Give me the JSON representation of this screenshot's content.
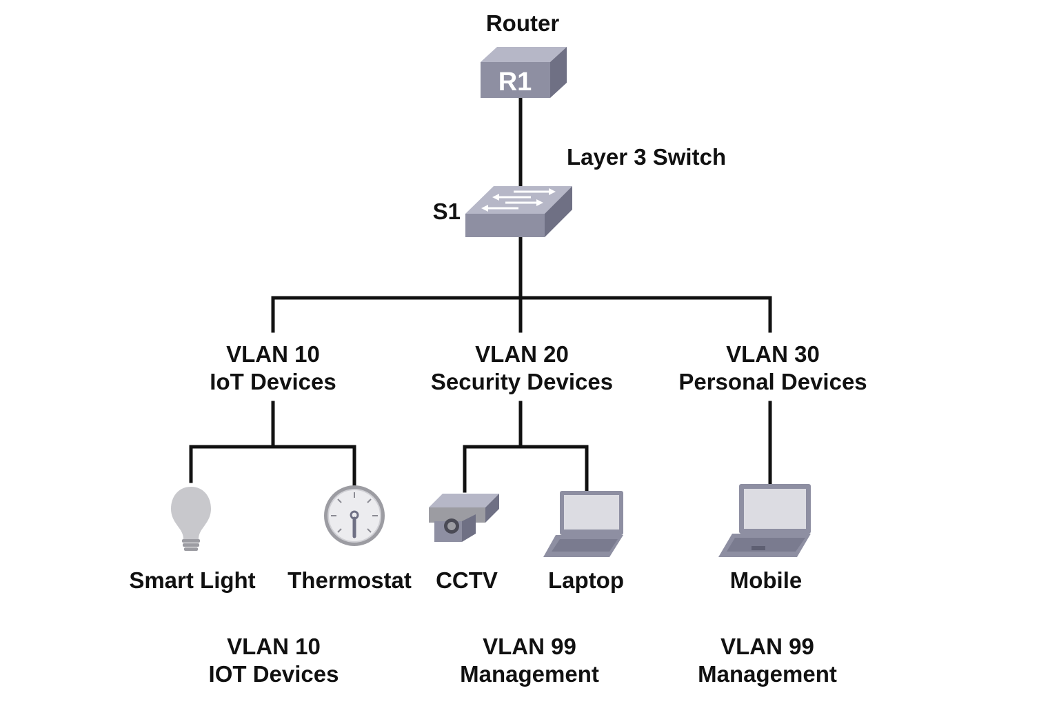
{
  "router": {
    "title": "Router",
    "id": "R1"
  },
  "switch": {
    "title": "Layer 3 Switch",
    "id": "S1"
  },
  "vlans": [
    {
      "number": "VLAN 10",
      "name": "IoT Devices"
    },
    {
      "number": "VLAN 20",
      "name": "Security Devices"
    },
    {
      "number": "VLAN 30",
      "name": "Personal Devices"
    }
  ],
  "devices": [
    {
      "label": "Smart Light",
      "icon": "lightbulb-icon"
    },
    {
      "label": "Thermostat",
      "icon": "thermostat-icon"
    },
    {
      "label": "CCTV",
      "icon": "cctv-camera-icon"
    },
    {
      "label": "Laptop",
      "icon": "laptop-icon"
    },
    {
      "label": "Mobile",
      "icon": "laptop-icon"
    }
  ],
  "footer_vlans": [
    {
      "number": "VLAN 10",
      "name": "IOT Devices"
    },
    {
      "number": "VLAN 99",
      "name": "Management"
    },
    {
      "number": "VLAN 99",
      "name": "Management"
    }
  ],
  "colors": {
    "line": "#111111",
    "device_gray": "#8e8fa2",
    "device_dark": "#6f7084",
    "device_light": "#b6b7c7",
    "icon_light": "#c8c8cc"
  }
}
